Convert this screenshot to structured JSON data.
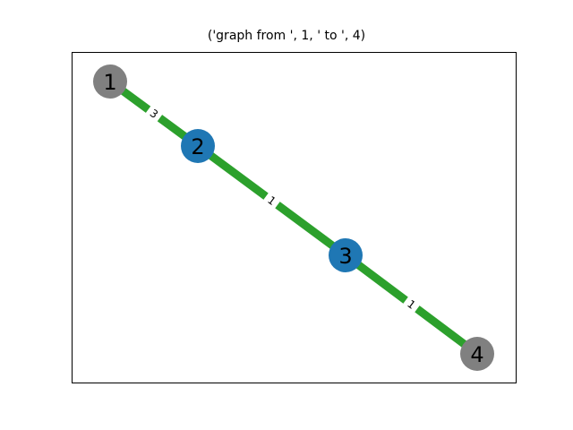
{
  "title": "('graph from ', 1, ' to ', 4)",
  "colors": {
    "edge": "#2ca02c",
    "endpoint_node": "#808080",
    "path_node": "#1f77b4",
    "label_bg": "#ffffff",
    "text": "#000000"
  },
  "nodes": [
    {
      "id": "1",
      "label": "1",
      "role": "endpoint"
    },
    {
      "id": "2",
      "label": "2",
      "role": "path"
    },
    {
      "id": "3",
      "label": "3",
      "role": "path"
    },
    {
      "id": "4",
      "label": "4",
      "role": "endpoint"
    }
  ],
  "edges": [
    {
      "source": "1",
      "target": "2",
      "weight": "3"
    },
    {
      "source": "2",
      "target": "3",
      "weight": "1"
    },
    {
      "source": "3",
      "target": "4",
      "weight": "1"
    }
  ]
}
